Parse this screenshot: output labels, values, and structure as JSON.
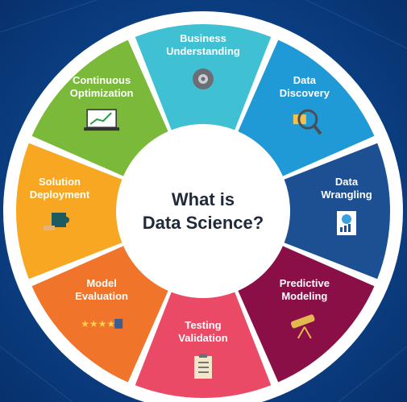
{
  "diagram": {
    "center": {
      "line1": "What is",
      "line2": "Data Science?"
    },
    "segments": [
      {
        "lines": [
          "Business",
          "Understanding"
        ],
        "color": "#40c0d3",
        "icon": "gear-head-icon"
      },
      {
        "lines": [
          "Data",
          "Discovery"
        ],
        "color": "#1f9ad6",
        "icon": "magnifier-folder-icon"
      },
      {
        "lines": [
          "Data",
          "Wrangling"
        ],
        "color": "#1d4f93",
        "icon": "report-chart-icon"
      },
      {
        "lines": [
          "Predictive",
          "Modeling"
        ],
        "color": "#8a0f47",
        "icon": "telescope-icon"
      },
      {
        "lines": [
          "Testing",
          "Validation"
        ],
        "color": "#eb4a66",
        "icon": "clipboard-checklist-icon"
      },
      {
        "lines": [
          "Model",
          "Evaluation"
        ],
        "color": "#f0742a",
        "icon": "stars-hand-icon"
      },
      {
        "lines": [
          "Solution",
          "Deployment"
        ],
        "color": "#f7a722",
        "icon": "puzzle-hand-icon"
      },
      {
        "lines": [
          "Continuous",
          "Optimization"
        ],
        "color": "#7bb93b",
        "icon": "laptop-growth-icon"
      }
    ]
  }
}
